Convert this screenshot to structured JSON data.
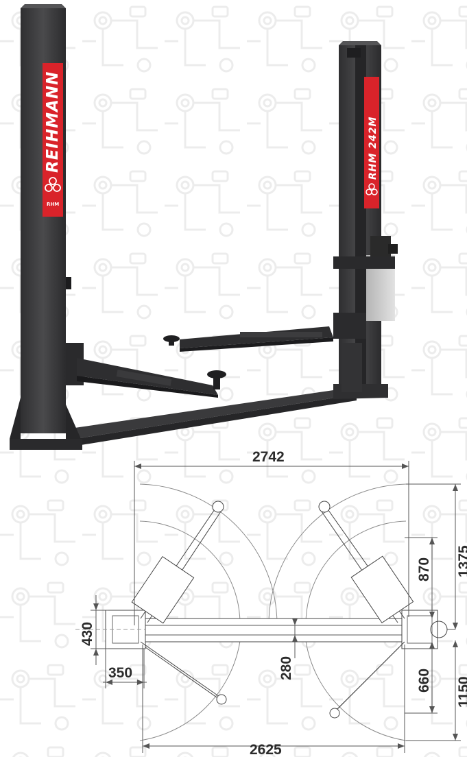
{
  "product": {
    "brand": "REIHMANN",
    "model": "RHM 242M",
    "small_badge": "RHM"
  },
  "dimensions": {
    "overall_width": "2742",
    "inner_width": "2625",
    "front_arm_reach": "1375",
    "front_arm_inner": "870",
    "rear_arm_reach": "1150",
    "rear_arm_inner": "660",
    "column_depth": "430",
    "column_width": "350",
    "base_height": "280"
  },
  "colors": {
    "column": "#3b3b3d",
    "column_dark": "#2a2a2c",
    "label_red": "#d9232a",
    "motor": "#c9c9c9",
    "line": "#444444"
  }
}
